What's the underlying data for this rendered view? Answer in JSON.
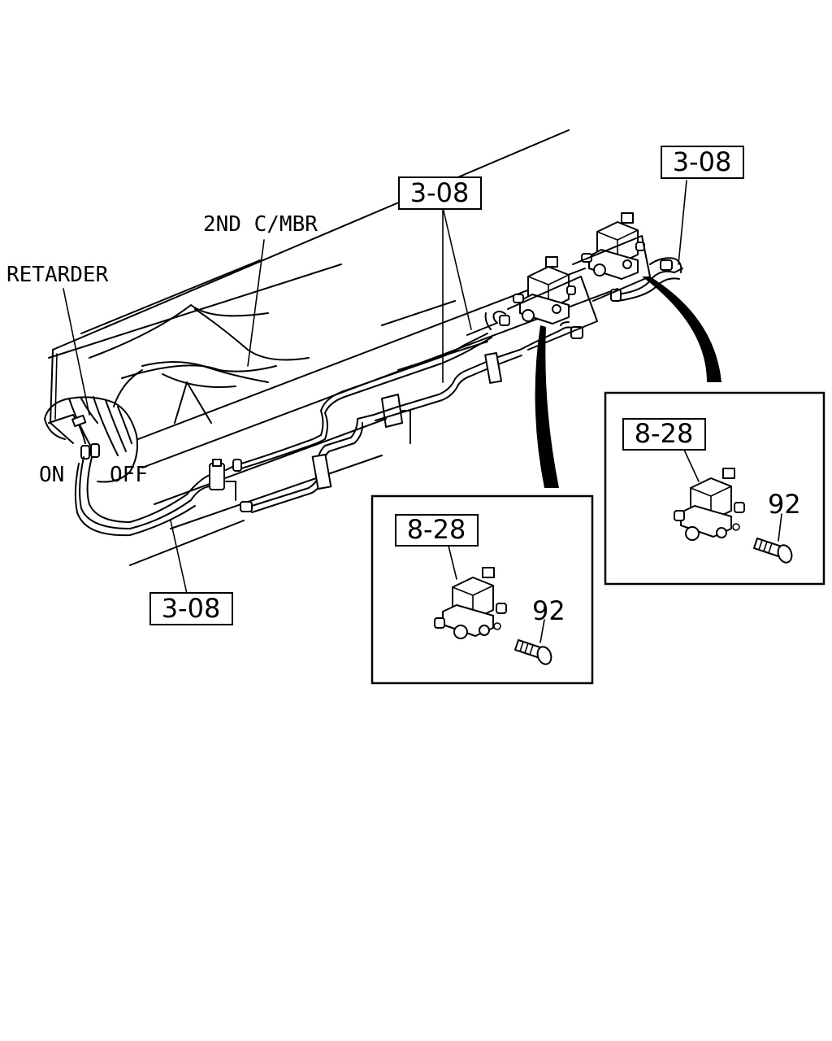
{
  "labels": {
    "retarder": "RETARDER",
    "cross_member": "2ND C/MBR",
    "on": "ON",
    "off": "OFF"
  },
  "refs": {
    "pipe_ref_top_center": "3-08",
    "pipe_ref_top_right": "3-08",
    "pipe_ref_bottom_left": "3-08",
    "valve_ref_right_inset": "8-28",
    "valve_ref_left_inset": "8-28",
    "bolt_ref_right_inset": "92",
    "bolt_ref_left_inset": "92"
  }
}
